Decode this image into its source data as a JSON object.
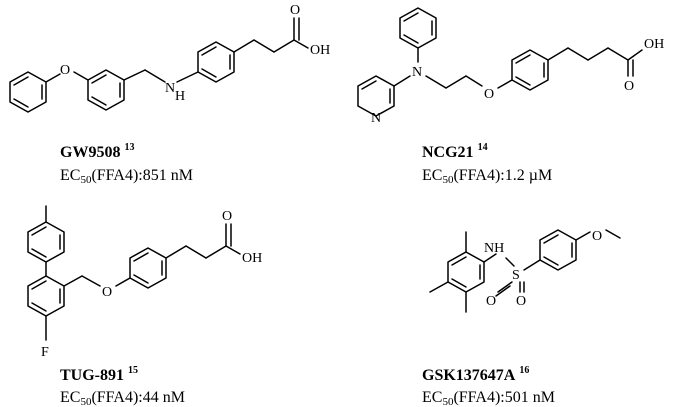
{
  "compounds": [
    {
      "name": "GW9508",
      "ref": "13",
      "ec50_prefix": "EC",
      "ec50_sub": "50",
      "ec50_target": "(FFA4):",
      "ec50_value": "851 nM"
    },
    {
      "name": "NCG21",
      "ref": "14",
      "ec50_prefix": "EC",
      "ec50_sub": "50",
      "ec50_target": "(FFA4):",
      "ec50_value": "1.2 µM"
    },
    {
      "name": "TUG-891",
      "ref": "15",
      "ec50_prefix": "EC",
      "ec50_sub": "50",
      "ec50_target": "(FFA4):",
      "ec50_value": "44 nM"
    },
    {
      "name": "GSK137647A",
      "ref": "16",
      "ec50_prefix": "EC",
      "ec50_sub": "50",
      "ec50_target": "(FFA4):",
      "ec50_value": "501 nM"
    }
  ],
  "atoms": {
    "O": "O",
    "OH": "OH",
    "H": "H",
    "N": "N",
    "NH": "NH",
    "S": "S",
    "F": "F"
  }
}
